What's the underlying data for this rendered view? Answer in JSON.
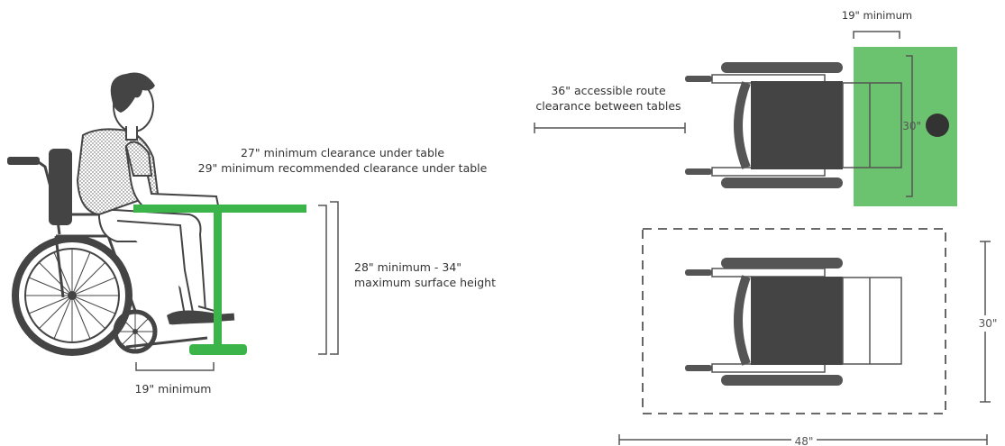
{
  "labels": {
    "clearance_line1": "27\"  minimum clearance under table",
    "clearance_line2": "29\" minimum recommended clearance under table",
    "height_line1": "28\"  minimum - 34\"",
    "height_line2": "maximum surface height",
    "knee_min": "19\" minimum",
    "top_knee_min": "19\" minimum",
    "route_line1": "36\" accessible route",
    "route_line2": "clearance between tables",
    "table_depth": "30\"",
    "space_depth": "30\"",
    "space_width": "48\""
  },
  "colors": {
    "table_green": "#3bb54a",
    "clear_zone_green": "#6cc36f",
    "dark": "#444444",
    "line": "#555555"
  }
}
